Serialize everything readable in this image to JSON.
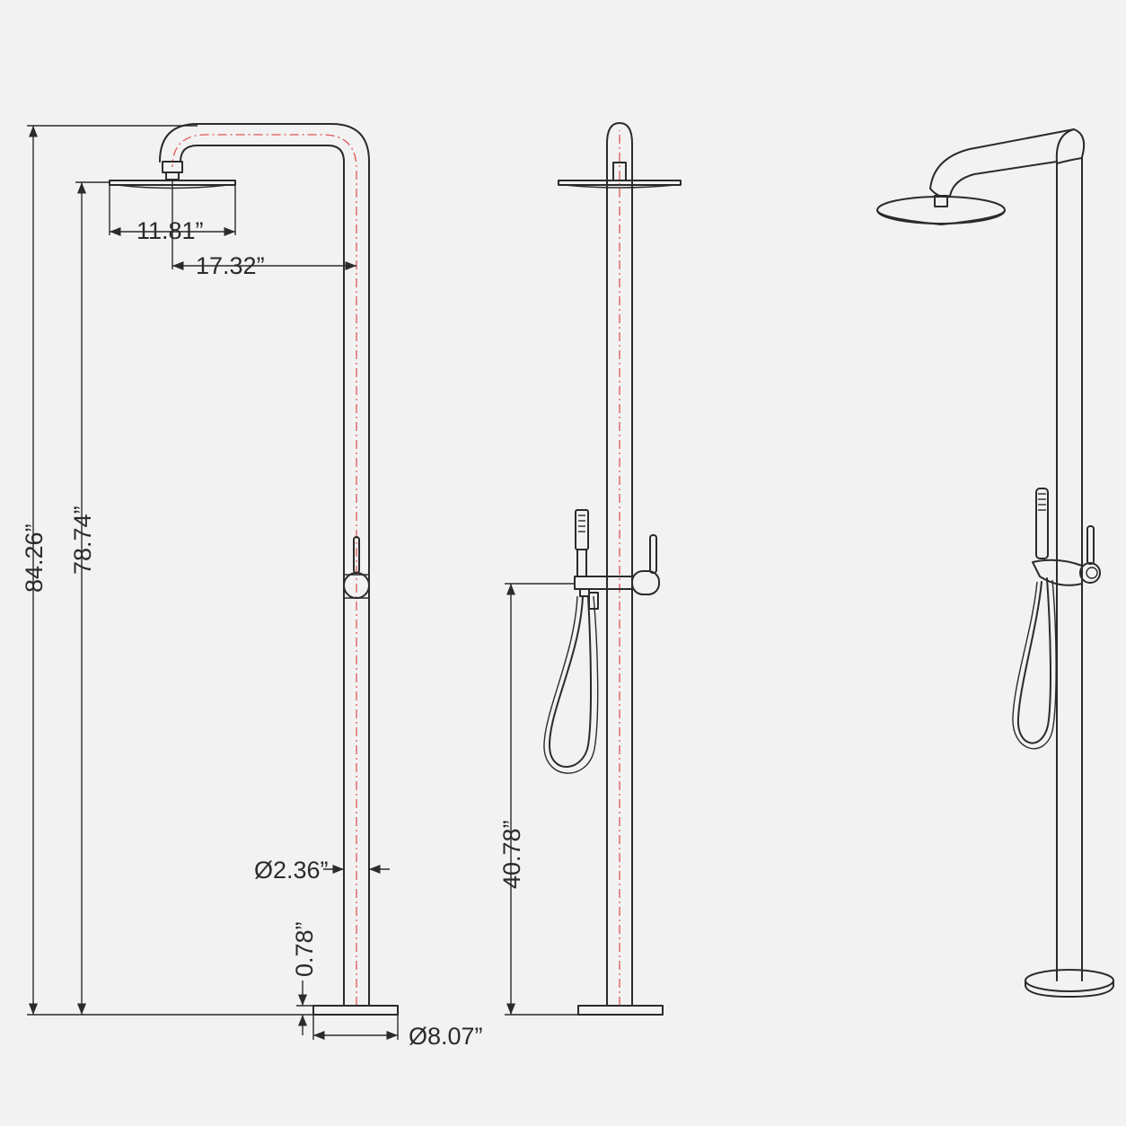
{
  "dimensions": {
    "head_diameter": "11.81”",
    "arm_reach": "17.32”",
    "total_height": "84.26”",
    "head_height": "78.74”",
    "pipe_diameter": "Ø2.36”",
    "base_thickness": "0.78”",
    "base_diameter": "Ø8.07”",
    "mixer_height": "40.78”"
  },
  "colors": {
    "line": "#2b2b2b",
    "centerline": "#e05555",
    "background": "#f2f2f2"
  }
}
